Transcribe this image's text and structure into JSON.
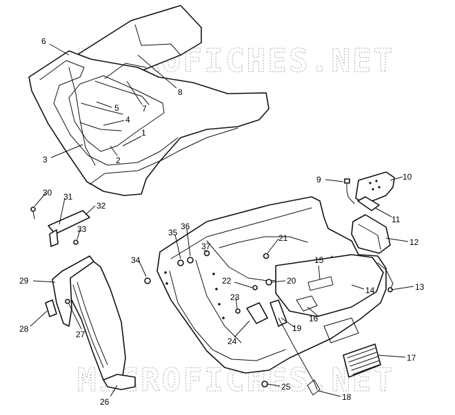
{
  "watermark_text": "MICROFICHES.NET",
  "callouts": [
    {
      "id": "1",
      "label": "1"
    },
    {
      "id": "2",
      "label": "2"
    },
    {
      "id": "3",
      "label": "3"
    },
    {
      "id": "4",
      "label": "4"
    },
    {
      "id": "5",
      "label": "5"
    },
    {
      "id": "6",
      "label": "6"
    },
    {
      "id": "7",
      "label": "7"
    },
    {
      "id": "8",
      "label": "8"
    },
    {
      "id": "9",
      "label": "9"
    },
    {
      "id": "10",
      "label": "10"
    },
    {
      "id": "11",
      "label": "11"
    },
    {
      "id": "12",
      "label": "12"
    },
    {
      "id": "13",
      "label": "13"
    },
    {
      "id": "14",
      "label": "14"
    },
    {
      "id": "15",
      "label": "15"
    },
    {
      "id": "16",
      "label": "16"
    },
    {
      "id": "17",
      "label": "17"
    },
    {
      "id": "18",
      "label": "18"
    },
    {
      "id": "19",
      "label": "19"
    },
    {
      "id": "20",
      "label": "20"
    },
    {
      "id": "21",
      "label": "21"
    },
    {
      "id": "22",
      "label": "22"
    },
    {
      "id": "23",
      "label": "23"
    },
    {
      "id": "24",
      "label": "24"
    },
    {
      "id": "25",
      "label": "25"
    },
    {
      "id": "26",
      "label": "26"
    },
    {
      "id": "27",
      "label": "27"
    },
    {
      "id": "28",
      "label": "28"
    },
    {
      "id": "29",
      "label": "29"
    },
    {
      "id": "30",
      "label": "30"
    },
    {
      "id": "31",
      "label": "31"
    },
    {
      "id": "32",
      "label": "32"
    },
    {
      "id": "33",
      "label": "33"
    },
    {
      "id": "34",
      "label": "34"
    },
    {
      "id": "35",
      "label": "35"
    },
    {
      "id": "36",
      "label": "36"
    },
    {
      "id": "37",
      "label": "37"
    }
  ]
}
